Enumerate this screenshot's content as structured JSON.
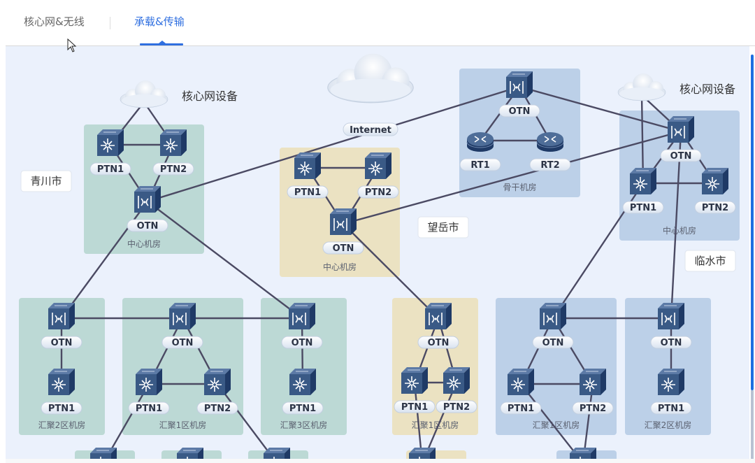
{
  "tabs": [
    {
      "label": "核心网&无线",
      "active": false
    },
    {
      "label": "承载&传输",
      "active": true
    }
  ],
  "colors": {
    "accent": "#2f6fe0",
    "canvas_bg": "#ebf1fc",
    "room_green": "#bcd9d5",
    "room_tan": "#ebe2c2",
    "room_blue": "#bcd0e8",
    "link": "#4b4a63",
    "device": "#3a5a86",
    "device_dark": "#1f3a66"
  },
  "topology": {
    "clouds": [
      {
        "id": "cloud-qc",
        "label": "核心网设备",
        "label_type": "text"
      },
      {
        "id": "cloud-inet",
        "label": "Internet",
        "label_type": "pill"
      },
      {
        "id": "cloud-ls",
        "label": "核心网设备",
        "label_type": "text"
      }
    ],
    "cities": [
      {
        "id": "city-qc",
        "label": "青川市"
      },
      {
        "id": "city-wy",
        "label": "望岳市"
      },
      {
        "id": "city-ls",
        "label": "临水市"
      }
    ],
    "rooms": [
      {
        "id": "r-qc-center",
        "label": "中心机房",
        "theme": "green"
      },
      {
        "id": "r-wy-center",
        "label": "中心机房",
        "theme": "tan"
      },
      {
        "id": "r-backbone",
        "label": "骨干机房",
        "theme": "blue"
      },
      {
        "id": "r-ls-center",
        "label": "中心机房",
        "theme": "blue"
      },
      {
        "id": "r-qc-agg2",
        "label": "汇聚2区机房",
        "theme": "green"
      },
      {
        "id": "r-qc-agg1",
        "label": "汇聚1区机房",
        "theme": "green"
      },
      {
        "id": "r-qc-agg3",
        "label": "汇聚3区机房",
        "theme": "green"
      },
      {
        "id": "r-wy-agg1",
        "label": "汇聚1区机房",
        "theme": "tan"
      },
      {
        "id": "r-ls-agg1",
        "label": "汇聚1区机房",
        "theme": "blue"
      },
      {
        "id": "r-ls-agg2",
        "label": "汇聚2区机房",
        "theme": "blue"
      },
      {
        "id": "r-b1",
        "label": "",
        "theme": "green"
      },
      {
        "id": "r-b2",
        "label": "",
        "theme": "green"
      },
      {
        "id": "r-b3",
        "label": "",
        "theme": "green"
      },
      {
        "id": "r-b4",
        "label": "",
        "theme": "tan"
      },
      {
        "id": "r-b5",
        "label": "",
        "theme": "blue"
      }
    ],
    "nodes": [
      {
        "id": "qc-ptn1",
        "type": "ptn",
        "label": "PTN1"
      },
      {
        "id": "qc-ptn2",
        "type": "ptn",
        "label": "PTN2"
      },
      {
        "id": "qc-otn",
        "type": "otn",
        "label": "OTN"
      },
      {
        "id": "wy-ptn1",
        "type": "ptn",
        "label": "PTN1"
      },
      {
        "id": "wy-ptn2",
        "type": "ptn",
        "label": "PTN2"
      },
      {
        "id": "wy-otn",
        "type": "otn",
        "label": "OTN"
      },
      {
        "id": "bb-otn",
        "type": "otn",
        "label": "OTN"
      },
      {
        "id": "bb-rt1",
        "type": "router",
        "label": "RT1"
      },
      {
        "id": "bb-rt2",
        "type": "router",
        "label": "RT2"
      },
      {
        "id": "ls-otn",
        "type": "otn",
        "label": "OTN"
      },
      {
        "id": "ls-ptn1",
        "type": "ptn",
        "label": "PTN1"
      },
      {
        "id": "ls-ptn2",
        "type": "ptn",
        "label": "PTN2"
      },
      {
        "id": "qa2-otn",
        "type": "otn",
        "label": "OTN"
      },
      {
        "id": "qa2-ptn1",
        "type": "ptn",
        "label": "PTN1"
      },
      {
        "id": "qa1-otn",
        "type": "otn",
        "label": "OTN"
      },
      {
        "id": "qa1-ptn1",
        "type": "ptn",
        "label": "PTN1"
      },
      {
        "id": "qa1-ptn2",
        "type": "ptn",
        "label": "PTN2"
      },
      {
        "id": "qa3-otn",
        "type": "otn",
        "label": "OTN"
      },
      {
        "id": "qa3-ptn1",
        "type": "ptn",
        "label": "PTN1"
      },
      {
        "id": "wa1-otn",
        "type": "otn",
        "label": "OTN"
      },
      {
        "id": "wa1-ptn1",
        "type": "ptn",
        "label": "PTN1"
      },
      {
        "id": "wa1-ptn2",
        "type": "ptn",
        "label": "PTN2"
      },
      {
        "id": "la1-otn",
        "type": "otn",
        "label": "OTN"
      },
      {
        "id": "la1-ptn1",
        "type": "ptn",
        "label": "PTN1"
      },
      {
        "id": "la1-ptn2",
        "type": "ptn",
        "label": "PTN2"
      },
      {
        "id": "la2-otn",
        "type": "otn",
        "label": "OTN"
      },
      {
        "id": "la2-ptn1",
        "type": "ptn",
        "label": "PTN1"
      },
      {
        "id": "b1-dev",
        "type": "ptn",
        "label": ""
      },
      {
        "id": "b2-dev",
        "type": "ptn",
        "label": ""
      },
      {
        "id": "b3-dev",
        "type": "ptn",
        "label": ""
      },
      {
        "id": "b4-dev",
        "type": "ptn",
        "label": ""
      },
      {
        "id": "b5-dev",
        "type": "ptn",
        "label": ""
      }
    ],
    "links": [
      [
        "cloud-qc",
        "qc-ptn1"
      ],
      [
        "cloud-qc",
        "qc-ptn2"
      ],
      [
        "qc-ptn1",
        "qc-ptn2"
      ],
      [
        "qc-ptn1",
        "qc-otn"
      ],
      [
        "qc-ptn2",
        "qc-otn"
      ],
      [
        "qc-otn",
        "bb-otn"
      ],
      [
        "qc-otn",
        "qa2-otn"
      ],
      [
        "qc-otn",
        "qa3-otn"
      ],
      [
        "wy-ptn1",
        "wy-ptn2"
      ],
      [
        "wy-ptn1",
        "wy-otn"
      ],
      [
        "wy-ptn2",
        "wy-otn"
      ],
      [
        "wy-otn",
        "ls-otn"
      ],
      [
        "wy-otn",
        "wa1-otn"
      ],
      [
        "bb-otn",
        "bb-rt1"
      ],
      [
        "bb-otn",
        "bb-rt2"
      ],
      [
        "bb-rt1",
        "bb-rt2"
      ],
      [
        "bb-otn",
        "ls-otn"
      ],
      [
        "cloud-ls",
        "ls-otn"
      ],
      [
        "cloud-ls",
        "ls-ptn1"
      ],
      [
        "ls-otn",
        "ls-ptn1"
      ],
      [
        "ls-otn",
        "ls-ptn2"
      ],
      [
        "ls-ptn1",
        "ls-ptn2"
      ],
      [
        "ls-ptn1",
        "la1-otn"
      ],
      [
        "ls-otn",
        "la2-otn"
      ],
      [
        "qa2-otn",
        "qa1-otn"
      ],
      [
        "qa1-otn",
        "qa3-otn"
      ],
      [
        "qa2-otn",
        "qa2-ptn1"
      ],
      [
        "qa1-otn",
        "qa1-ptn1"
      ],
      [
        "qa1-otn",
        "qa1-ptn2"
      ],
      [
        "qa1-ptn1",
        "qa1-ptn2"
      ],
      [
        "qa3-otn",
        "qa3-ptn1"
      ],
      [
        "wa1-otn",
        "wa1-ptn1"
      ],
      [
        "wa1-otn",
        "wa1-ptn2"
      ],
      [
        "wa1-ptn1",
        "wa1-ptn2"
      ],
      [
        "la1-otn",
        "la2-otn"
      ],
      [
        "la1-otn",
        "la1-ptn1"
      ],
      [
        "la1-otn",
        "la1-ptn2"
      ],
      [
        "la1-ptn1",
        "la1-ptn2"
      ],
      [
        "la2-otn",
        "la2-ptn1"
      ],
      [
        "qa1-ptn1",
        "b1-dev"
      ],
      [
        "qa1-ptn2",
        "b3-dev"
      ],
      [
        "wa1-ptn1",
        "b4-dev"
      ],
      [
        "wa1-ptn2",
        "b4-dev"
      ],
      [
        "la1-ptn1",
        "b5-dev"
      ],
      [
        "la1-ptn2",
        "b5-dev"
      ]
    ]
  }
}
